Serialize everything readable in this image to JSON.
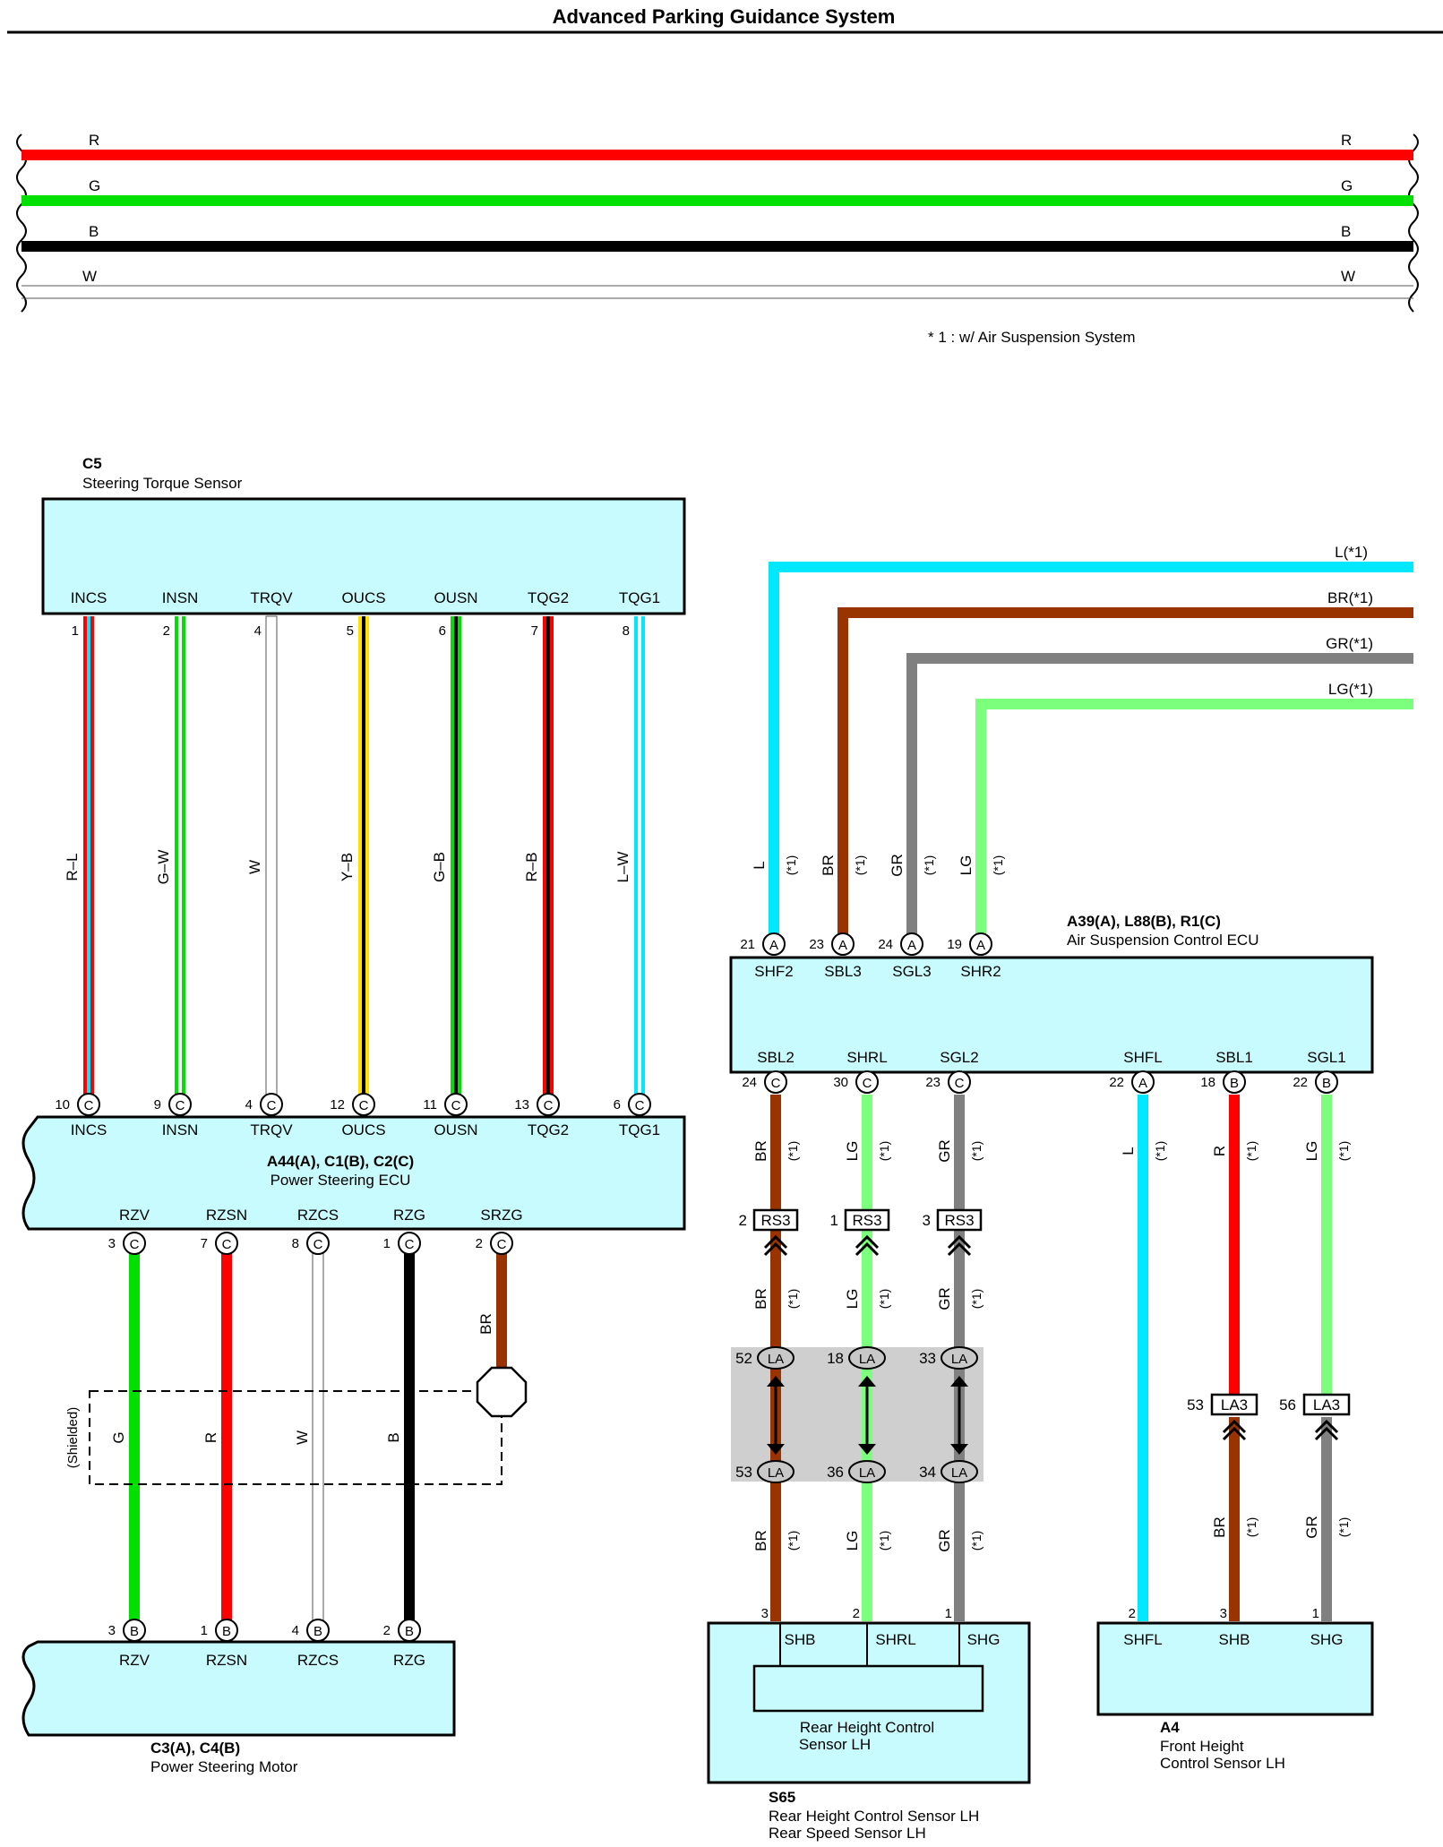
{
  "title": "Advanced Parking Guidance System",
  "footnote": "* 1 : w/ Air Suspension System",
  "colors": {
    "red": "#ff0000",
    "green": "#00e000",
    "black": "#000000",
    "white": "#ffffff",
    "yellow": "#ffe000",
    "cyan": "#00e8ff",
    "brown": "#993300",
    "gray": "#808080",
    "lightgreen": "#7cff7c",
    "connector_fill": "#c8fbfd",
    "junction_bg": "#cfcfcf"
  },
  "bus_wires": [
    {
      "label": "R",
      "color": "red"
    },
    {
      "label": "G",
      "color": "green"
    },
    {
      "label": "B",
      "color": "black"
    },
    {
      "label": "W",
      "color": "white"
    }
  ],
  "c5": {
    "id": "C5",
    "name": "Steering Torque Sensor",
    "pins": [
      {
        "signal": "INCS",
        "pin": "1",
        "wire": "R–L"
      },
      {
        "signal": "INSN",
        "pin": "2",
        "wire": "G–W"
      },
      {
        "signal": "TRQV",
        "pin": "4",
        "wire": "W"
      },
      {
        "signal": "OUCS",
        "pin": "5",
        "wire": "Y–B"
      },
      {
        "signal": "OUSN",
        "pin": "6",
        "wire": "G–B"
      },
      {
        "signal": "TQG2",
        "pin": "7",
        "wire": "R–B"
      },
      {
        "signal": "TQG1",
        "pin": "8",
        "wire": "L–W"
      }
    ]
  },
  "ps_ecu": {
    "id": "A44(A), C1(B), C2(C)",
    "name": "Power Steering ECU",
    "top_pins": [
      {
        "signal": "INCS",
        "pin": "10",
        "conn": "C"
      },
      {
        "signal": "INSN",
        "pin": "9",
        "conn": "C"
      },
      {
        "signal": "TRQV",
        "pin": "4",
        "conn": "C"
      },
      {
        "signal": "OUCS",
        "pin": "12",
        "conn": "C"
      },
      {
        "signal": "OUSN",
        "pin": "11",
        "conn": "C"
      },
      {
        "signal": "TQG2",
        "pin": "13",
        "conn": "C"
      },
      {
        "signal": "TQG1",
        "pin": "6",
        "conn": "C"
      }
    ],
    "bottom_pins": [
      {
        "signal": "RZV",
        "pin": "3",
        "conn": "C",
        "wire": "G"
      },
      {
        "signal": "RZSN",
        "pin": "7",
        "conn": "C",
        "wire": "R"
      },
      {
        "signal": "RZCS",
        "pin": "8",
        "conn": "C",
        "wire": "W"
      },
      {
        "signal": "RZG",
        "pin": "1",
        "conn": "C",
        "wire": "B"
      },
      {
        "signal": "SRZG",
        "pin": "2",
        "conn": "C",
        "wire": "BR"
      }
    ]
  },
  "shielded_label": "(Shielded)",
  "ps_motor": {
    "id": "C3(A), C4(B)",
    "name": "Power Steering Motor",
    "pins": [
      {
        "signal": "RZV",
        "pin": "3",
        "conn": "B"
      },
      {
        "signal": "RZSN",
        "pin": "1",
        "conn": "B"
      },
      {
        "signal": "RZCS",
        "pin": "4",
        "conn": "B"
      },
      {
        "signal": "RZG",
        "pin": "2",
        "conn": "B"
      }
    ]
  },
  "as_ecu": {
    "id": "A39(A), L88(B), R1(C)",
    "name": "Air Suspension Control ECU",
    "top_pins": [
      {
        "signal": "SHF2",
        "pin": "21",
        "conn": "A",
        "wire": "L",
        "note": "(*1)",
        "right_label": "L(*1)"
      },
      {
        "signal": "SBL3",
        "pin": "23",
        "conn": "A",
        "wire": "BR",
        "note": "(*1)",
        "right_label": "BR(*1)"
      },
      {
        "signal": "SGL3",
        "pin": "24",
        "conn": "A",
        "wire": "GR",
        "note": "(*1)",
        "right_label": "GR(*1)"
      },
      {
        "signal": "SHR2",
        "pin": "19",
        "conn": "A",
        "wire": "LG",
        "note": "(*1)",
        "right_label": "LG(*1)"
      }
    ],
    "bottom_pins": [
      {
        "signal": "SBL2",
        "pin": "24",
        "conn": "C",
        "wire": "BR",
        "note": "(*1)"
      },
      {
        "signal": "SHRL",
        "pin": "30",
        "conn": "C",
        "wire": "LG",
        "note": "(*1)"
      },
      {
        "signal": "SGL2",
        "pin": "23",
        "conn": "C",
        "wire": "GR",
        "note": "(*1)"
      },
      {
        "signal": "SHFL",
        "pin": "22",
        "conn": "A",
        "wire": "L",
        "note": "(*1)"
      },
      {
        "signal": "SBL1",
        "pin": "18",
        "conn": "B",
        "wire": "R",
        "note": "(*1)"
      },
      {
        "signal": "SGL1",
        "pin": "22",
        "conn": "B",
        "wire": "LG",
        "note": "(*1)"
      }
    ]
  },
  "rs3": [
    {
      "pin": "2",
      "name": "RS3",
      "wire": "BR",
      "note": "(*1)"
    },
    {
      "pin": "1",
      "name": "RS3",
      "wire": "LG",
      "note": "(*1)"
    },
    {
      "pin": "3",
      "name": "RS3",
      "wire": "GR",
      "note": "(*1)"
    }
  ],
  "la": [
    {
      "top_pin": "52",
      "bottom_pin": "53",
      "name": "LA",
      "wire": "BR",
      "note": "(*1)"
    },
    {
      "top_pin": "18",
      "bottom_pin": "36",
      "name": "LA",
      "wire": "LG",
      "note": "(*1)"
    },
    {
      "top_pin": "33",
      "bottom_pin": "34",
      "name": "LA",
      "wire": "GR",
      "note": "(*1)"
    }
  ],
  "la3": [
    {
      "pin": "53",
      "name": "LA3",
      "wire": "BR",
      "note": "(*1)"
    },
    {
      "pin": "56",
      "name": "LA3",
      "wire": "GR",
      "note": "(*1)"
    }
  ],
  "s65": {
    "id": "S65",
    "name_line1": "Rear Height Control Sensor LH",
    "name_line2": "Rear Speed Sensor LH",
    "inner_label_1": "Rear Height Control",
    "inner_label_2": "Sensor LH",
    "pins": [
      {
        "signal": "SHB",
        "pin": "3"
      },
      {
        "signal": "SHRL",
        "pin": "2"
      },
      {
        "signal": "SHG",
        "pin": "1"
      }
    ]
  },
  "a4": {
    "id": "A4",
    "name_line1": "Front Height",
    "name_line2": "Control Sensor LH",
    "pins": [
      {
        "signal": "SHFL",
        "pin": "2"
      },
      {
        "signal": "SHB",
        "pin": "3"
      },
      {
        "signal": "SHG",
        "pin": "1"
      }
    ]
  }
}
